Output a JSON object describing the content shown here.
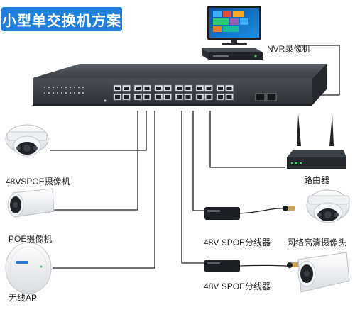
{
  "diagram": {
    "title": "小型单交换机方案",
    "labels": {
      "nvr": "NVR录像机",
      "router": "路由器",
      "camera_48v": "48VSPOE摄像机",
      "poe_camera": "POE摄像机",
      "wireless_ap": "无线AP",
      "splitter_top": "48V SPOE分线器",
      "splitter_bottom": "48V SPOE分线器",
      "hd_camera": "网络高清摄像头"
    },
    "colors": {
      "title_bg": "#1e7fe0",
      "switch_body": "#3e4348",
      "line": "#222222"
    }
  }
}
